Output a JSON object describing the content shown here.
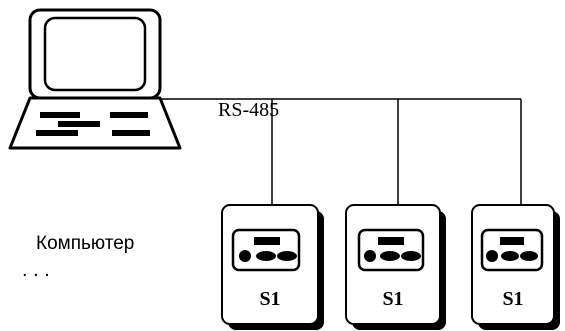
{
  "bus": {
    "label": "RS-485"
  },
  "computer": {
    "label": "Компьютер"
  },
  "ellipsis": ". . .",
  "devices": [
    {
      "label": "S1"
    },
    {
      "label": "S1"
    },
    {
      "label": "S1"
    }
  ]
}
